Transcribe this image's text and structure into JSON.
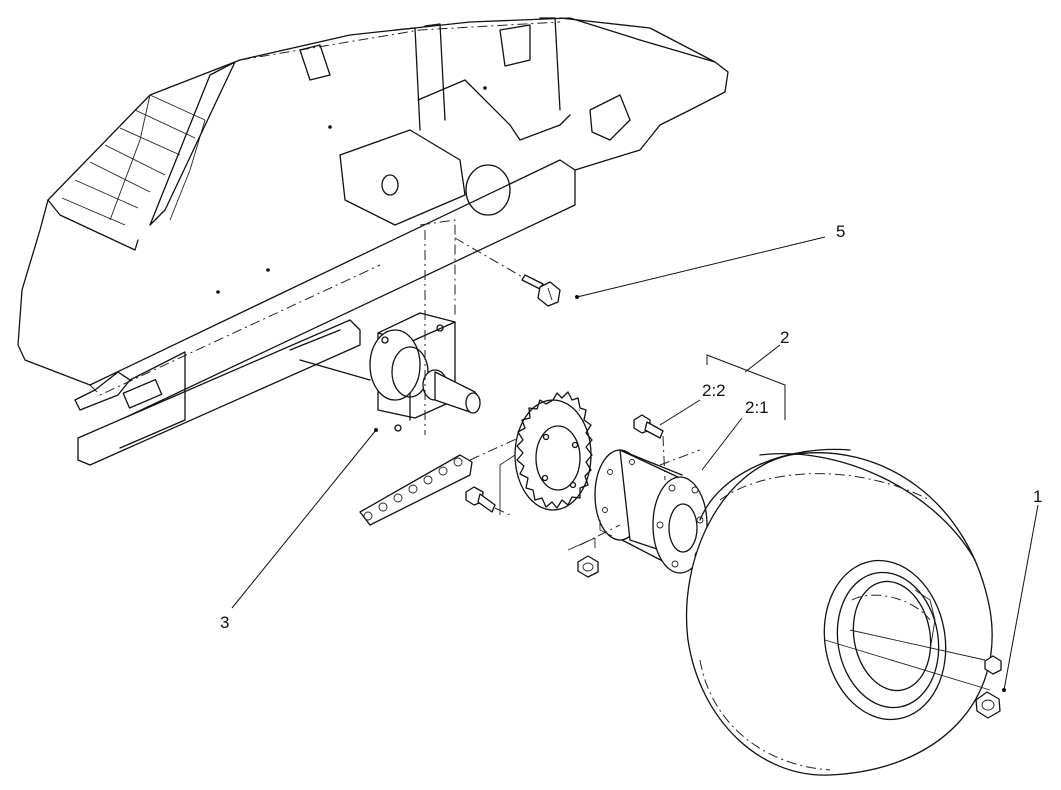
{
  "diagram": {
    "callouts": [
      {
        "id": "c1",
        "text": "1"
      },
      {
        "id": "c2",
        "text": "2"
      },
      {
        "id": "c21",
        "text": "2:1"
      },
      {
        "id": "c22",
        "text": "2:2"
      },
      {
        "id": "c3",
        "text": "3"
      },
      {
        "id": "c5",
        "text": "5"
      }
    ]
  }
}
